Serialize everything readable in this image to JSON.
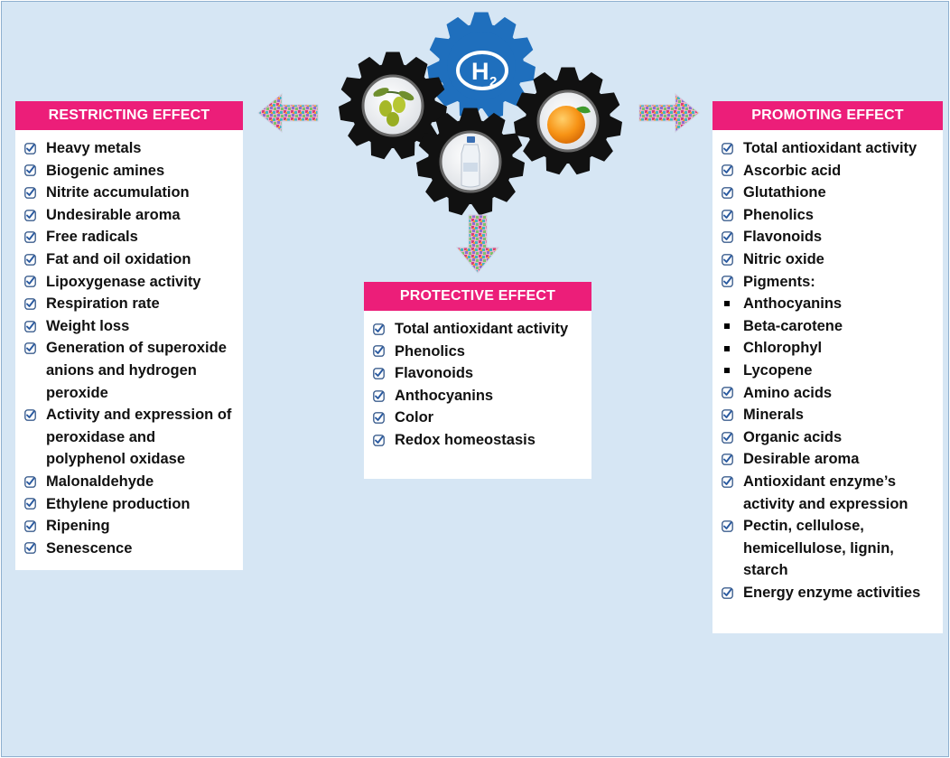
{
  "hub": {
    "center_label": "H",
    "center_subscript": "2"
  },
  "restricting": {
    "title": "RESTRICTING EFFECT",
    "items": [
      {
        "text": "Heavy metals",
        "marker": "check"
      },
      {
        "text": "Biogenic amines",
        "marker": "check"
      },
      {
        "text": "Nitrite accumulation",
        "marker": "check"
      },
      {
        "text": "Undesirable aroma",
        "marker": "check"
      },
      {
        "text": "Free radicals",
        "marker": "check"
      },
      {
        "text": "Fat and oil oxidation",
        "marker": "check"
      },
      {
        "text": "Lipoxygenase activity",
        "marker": "check"
      },
      {
        "text": "Respiration rate",
        "marker": "check"
      },
      {
        "text": "Weight loss",
        "marker": "check"
      },
      {
        "text": "Generation of superoxide anions and hydrogen peroxide",
        "marker": "check"
      },
      {
        "text": "Activity and expression of peroxidase and polyphenol oxidase",
        "marker": "check"
      },
      {
        "text": "Malonaldehyde",
        "marker": "check"
      },
      {
        "text": "Ethylene production",
        "marker": "check"
      },
      {
        "text": "Ripening",
        "marker": "check"
      },
      {
        "text": "Senescence",
        "marker": "check"
      }
    ]
  },
  "protective": {
    "title": "PROTECTIVE EFFECT",
    "items": [
      {
        "text": "Total antioxidant activity",
        "marker": "check"
      },
      {
        "text": "Phenolics",
        "marker": "check"
      },
      {
        "text": "Flavonoids",
        "marker": "check"
      },
      {
        "text": "Anthocyanins",
        "marker": "check"
      },
      {
        "text": "Color",
        "marker": "check"
      },
      {
        "text": "Redox homeostasis",
        "marker": "check"
      }
    ]
  },
  "promoting": {
    "title": "PROMOTING EFFECT",
    "items": [
      {
        "text": "Total antioxidant activity",
        "marker": "check"
      },
      {
        "text": "Ascorbic acid",
        "marker": "check"
      },
      {
        "text": "Glutathione",
        "marker": "check"
      },
      {
        "text": "Phenolics",
        "marker": "check"
      },
      {
        "text": "Flavonoids",
        "marker": "check"
      },
      {
        "text": "Nitric oxide",
        "marker": "check"
      },
      {
        "text": "Pigments:",
        "marker": "check"
      },
      {
        "text": "Anthocyanins",
        "marker": "square"
      },
      {
        "text": "Beta-carotene",
        "marker": "square"
      },
      {
        "text": "Chlorophyl",
        "marker": "square"
      },
      {
        "text": "Lycopene",
        "marker": "square"
      },
      {
        "text": "Amino acids",
        "marker": "check"
      },
      {
        "text": "Minerals",
        "marker": "check"
      },
      {
        "text": "Organic acids",
        "marker": "check"
      },
      {
        "text": "Desirable aroma",
        "marker": "check"
      },
      {
        "text": "Antioxidant enzyme’s activity and expression",
        "marker": "check"
      },
      {
        "text": "Pectin, cellulose, hemicellulose, lignin, starch",
        "marker": "check"
      },
      {
        "text": "Energy enzyme activities",
        "marker": "check"
      }
    ]
  },
  "colors": {
    "background": "#d6e6f4",
    "header": "#ec1e79",
    "center_gear": "#1f6fbd",
    "side_gear": "#111111",
    "check": "#2a5aa0"
  },
  "icons": {
    "center_gear": "gear-icon",
    "olive_gear": "olive-icon",
    "bottle_gear": "bottle-icon",
    "orange_gear": "orange-icon",
    "arrows": "arrow-icon"
  }
}
